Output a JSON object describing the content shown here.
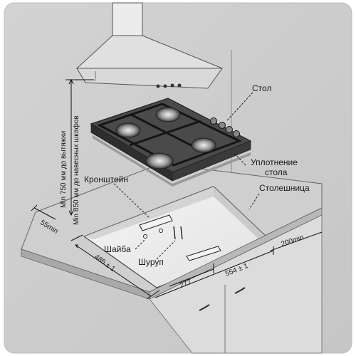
{
  "labels": {
    "table": "Стол",
    "seal_line1": "Уплотнение",
    "seal_line2": "стола",
    "countertop": "Столешница",
    "bracket": "Кронштейн",
    "washer": "Шайба",
    "screw": "Шуруп",
    "dim_hood": "Min 750 мм до вытяжки",
    "dim_cabinets": "Min 850 мм до навесных шкафов",
    "dim_55": "55min",
    "dim_200": "200min",
    "dim_486": "486 ± 1",
    "dim_554": "554 ± 1",
    "dim_277": "277"
  }
}
